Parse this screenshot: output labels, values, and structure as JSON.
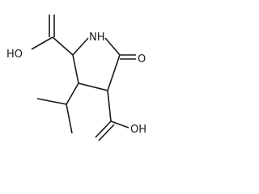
{
  "molecule": {
    "labels": {
      "nh": "NH",
      "oh_left": "HO",
      "oh_right": "OH",
      "o_ketone": "O"
    }
  }
}
